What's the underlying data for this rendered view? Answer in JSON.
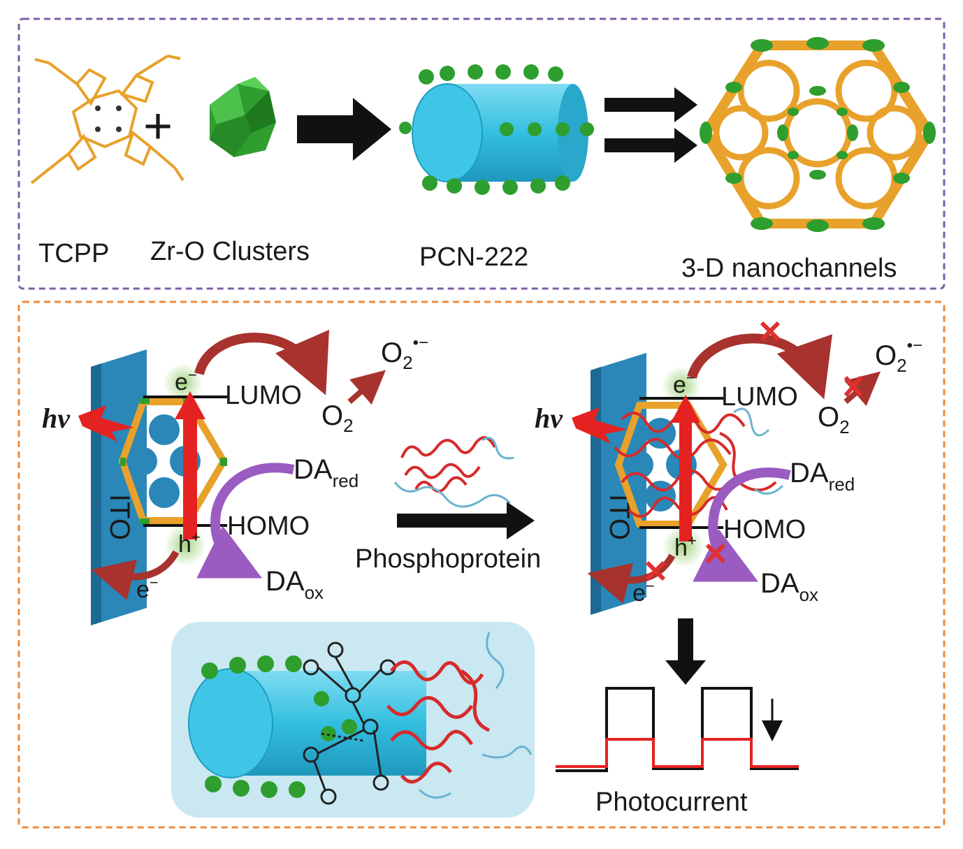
{
  "top_panel": {
    "labels": {
      "tcpp": "TCPP",
      "zr_clusters": "Zr-O Clusters",
      "pcn": "PCN-222",
      "nanochannels": "3-D nanochannels"
    },
    "operator_plus": "+"
  },
  "bottom_panel": {
    "left": {
      "electrode": "ITO",
      "light": "hν",
      "electron": "e",
      "electron_sup": "−",
      "hole": "h",
      "hole_sup": "+",
      "lumo": "LUMO",
      "homo": "HOMO",
      "o2": "O",
      "o2_sub": "2",
      "superoxide": "O",
      "superoxide_sub": "2",
      "superoxide_sup": "•−",
      "da_red": "DA",
      "da_red_sub": "red",
      "da_ox": "DA",
      "da_ox_sub": "ox",
      "back_electron": "e",
      "back_electron_sup": "−"
    },
    "middle": {
      "phosphoprotein": "Phosphoprotein"
    },
    "right": {
      "electrode": "ITO",
      "light": "hν",
      "electron": "e",
      "electron_sup": "−",
      "hole": "h",
      "hole_sup": "+",
      "lumo": "LUMO",
      "homo": "HOMO",
      "o2": "O",
      "o2_sub": "2",
      "superoxide": "O",
      "superoxide_sub": "2",
      "superoxide_sup": "•−",
      "da_red": "DA",
      "da_red_sub": "red",
      "da_ox": "DA",
      "da_ox_sub": "ox",
      "back_electron": "e",
      "back_electron_sup": "−"
    },
    "photocurrent_label": "Photocurrent"
  },
  "colors": {
    "top_border": "#7b5ea8",
    "bottom_border": "#ef8a3a",
    "linker": "#e8a12a",
    "cluster": "#2e9e2e",
    "cylinder": "#38c0e0",
    "ito": "#2a87b8",
    "red_arrow": "#e52222",
    "maroon_arrow": "#a8322e",
    "purple_arrow": "#9a5cc0",
    "protein_red": "#d62b2b",
    "protein_blue": "#6ab2d0",
    "inset_bg": "#c9e8f2",
    "block_x": "#e03030"
  }
}
